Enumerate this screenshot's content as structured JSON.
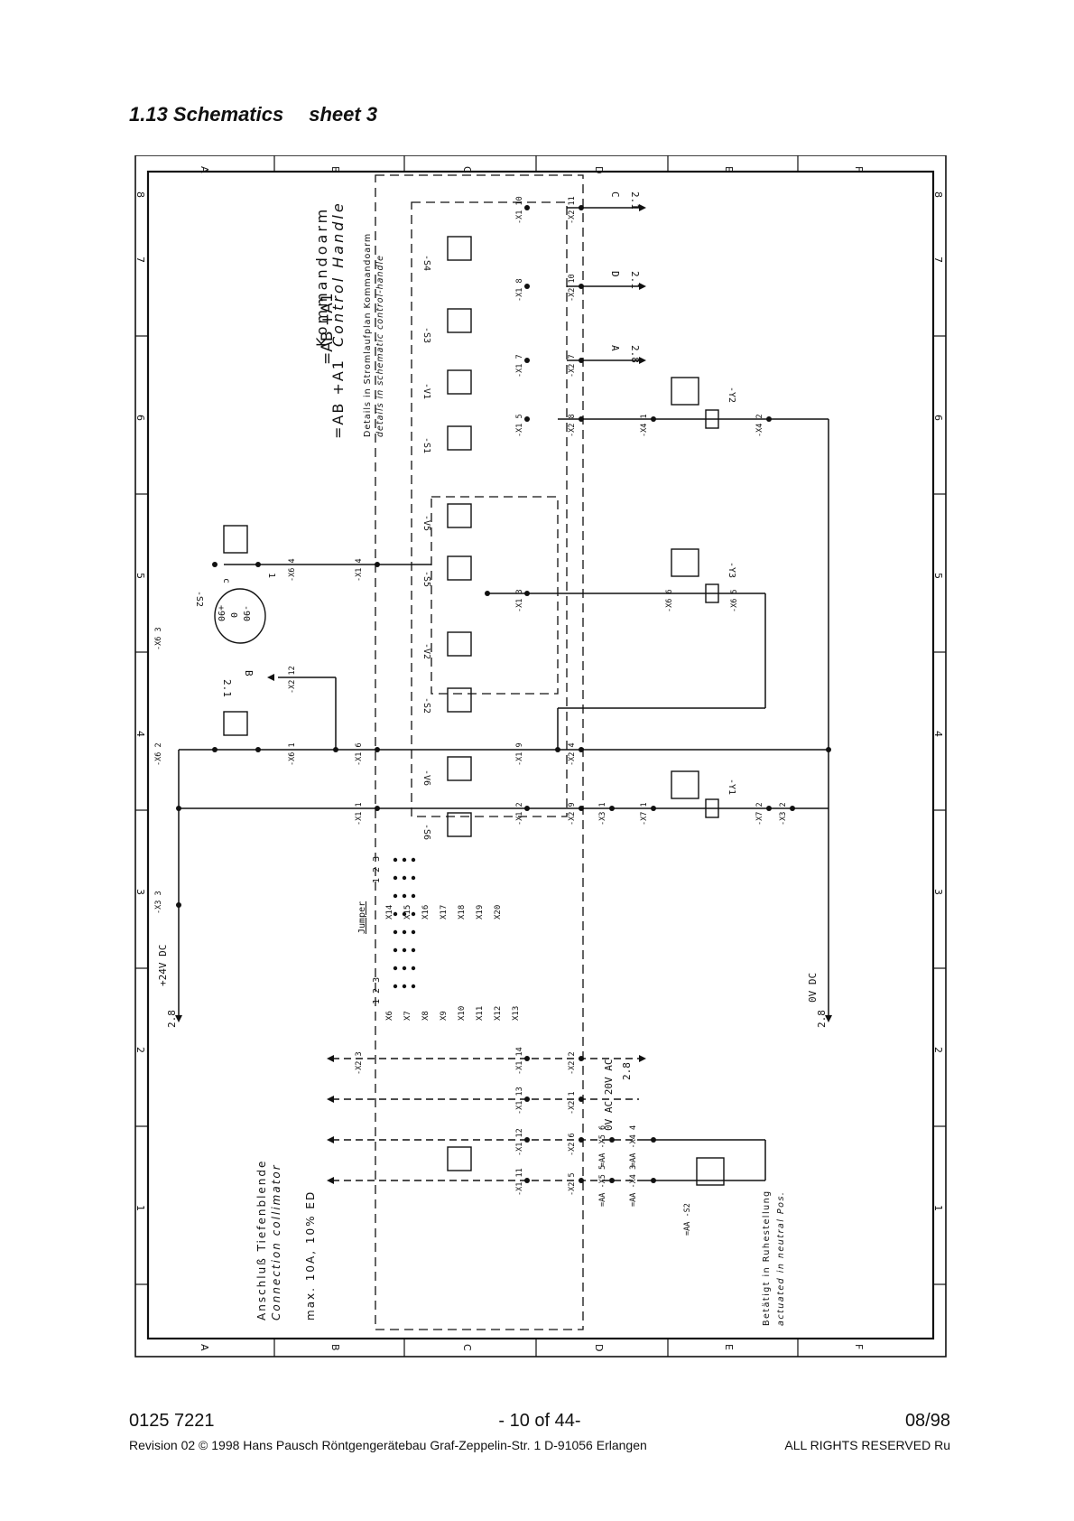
{
  "page": {
    "section": "1.13 Schematics",
    "sheet": "sheet 3"
  },
  "schematic": {
    "col_labels": [
      "A",
      "B",
      "C",
      "D",
      "E",
      "F"
    ],
    "row_labels": [
      "1",
      "2",
      "3",
      "4",
      "5",
      "6",
      "7",
      "8"
    ],
    "assembly_ref": "=AB +A1",
    "assembly_name_de": "Kommandoarm",
    "assembly_name_en": "Control Handle",
    "details_de": "Details in Stromlaufplan Kommandoarm",
    "details_en": "details in schematic control-handle",
    "connection_de": "Anschluß Tiefenblende",
    "connection_en": "Connection collimator",
    "connection_rating": "max. 10A, 10% ED",
    "neutral_de": "Betätigt in Ruhestellung",
    "neutral_en": "actuated in neutral Pos.",
    "supply_24v": "+24V DC",
    "supply_24v_ref": "2.8",
    "supply_0v": "0V DC",
    "supply_0v_ref": "2.8",
    "ac_label": "0V AC 20V AC",
    "ac_ref": "2.8",
    "jumper_title": "Jumper",
    "jumper_pins": "1 2 3",
    "jumpers_left": [
      "X6",
      "X7",
      "X8",
      "X9",
      "X10",
      "X11",
      "X12",
      "X13"
    ],
    "jumpers_right": [
      "X14",
      "X15",
      "X16",
      "X17",
      "X18",
      "X19",
      "X20"
    ],
    "switches": [
      "-S1",
      "-S2",
      "-S3",
      "-S4",
      "-S5",
      "-S6"
    ],
    "diodes": [
      "-V1",
      "-V2",
      "-V5",
      "-V6"
    ],
    "coils": [
      "-Y1",
      "-Y2",
      "-Y3"
    ],
    "selector": {
      "ref": "-S2",
      "positions": [
        "+90",
        "0",
        "-90"
      ],
      "contact_c": "c",
      "contact_1": "1"
    },
    "outputs": [
      {
        "letter": "C",
        "ref": "2.1"
      },
      {
        "letter": "D",
        "ref": "2.1"
      },
      {
        "letter": "A",
        "ref": "2.8"
      },
      {
        "letter": "B",
        "ref": "2.1"
      }
    ],
    "terminals": {
      "x1": [
        "-X1 10",
        "-X1 8",
        "-X1 7",
        "-X1 5",
        "-X1 3",
        "-X1 9",
        "-X1 2",
        "-X1 14",
        "-X1 13",
        "-X1 12",
        "-X1 11",
        "-X1 4",
        "-X1 6",
        "-X1 1"
      ],
      "x2": [
        "-X2 11",
        "-X2 10",
        "-X2 7",
        "-X2 8",
        "-X2 4",
        "-X2 9",
        "-X2 12",
        "-X2 3",
        "-X2 2",
        "-X2 1",
        "-X2 6",
        "-X2 5"
      ],
      "x6": [
        "-X6 3",
        "-X6 2",
        "-X6 4",
        "-X6 1",
        "-X6 6",
        "-X6 5"
      ],
      "x3": [
        "-X3 1",
        "-X3 2",
        "-X3 3"
      ],
      "x4": [
        "-X4 1",
        "-X4 2",
        "=AA -X4 4",
        "=AA -X4 3"
      ],
      "x5": [
        "=AA -X5 6",
        "=AA -X5 5"
      ],
      "x7": [
        "-X7 1",
        "-X7 2"
      ],
      "aa_s2": "=AA -S2"
    }
  },
  "footer": {
    "doc_number": "0125 7221",
    "page_info": "- 10 of 44-",
    "date": "08/98",
    "revision": "Revision  02 © 1998 Hans Pausch Röntgengerätebau Graf-Zeppelin-Str. 1 D-91056 Erlangen",
    "rights": "ALL RIGHTS RESERVED Ru"
  }
}
